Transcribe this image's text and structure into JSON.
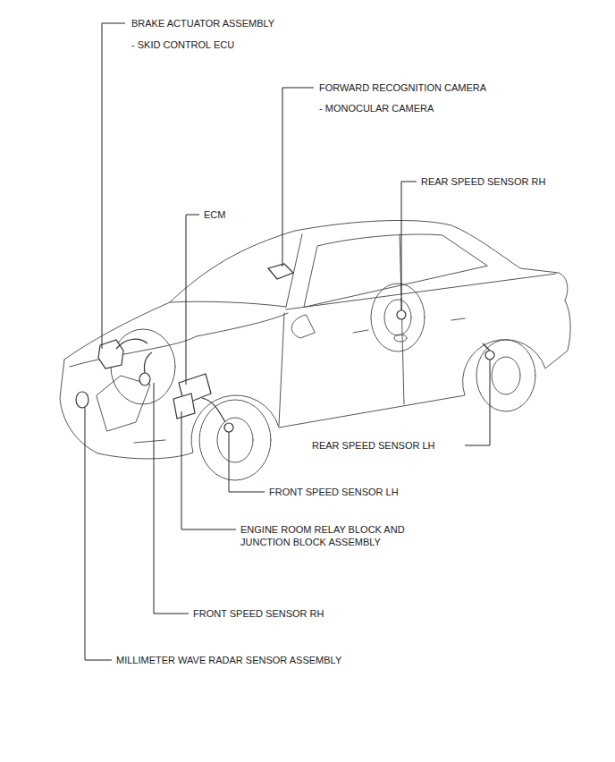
{
  "diagram": {
    "labels": [
      "BRAKE ACTUATOR ASSEMBLY",
      "- SKID CONTROL ECU",
      "FORWARD RECOGNITION CAMERA",
      "- MONOCULAR CAMERA",
      "REAR SPEED SENSOR RH",
      "ECM",
      "REAR SPEED SENSOR LH",
      "FRONT SPEED SENSOR LH",
      "ENGINE ROOM RELAY BLOCK AND JUNCTION BLOCK ASSEMBLY",
      "FRONT SPEED SENSOR RH",
      "MILLIMETER WAVE RADAR SENSOR ASSEMBLY"
    ]
  }
}
